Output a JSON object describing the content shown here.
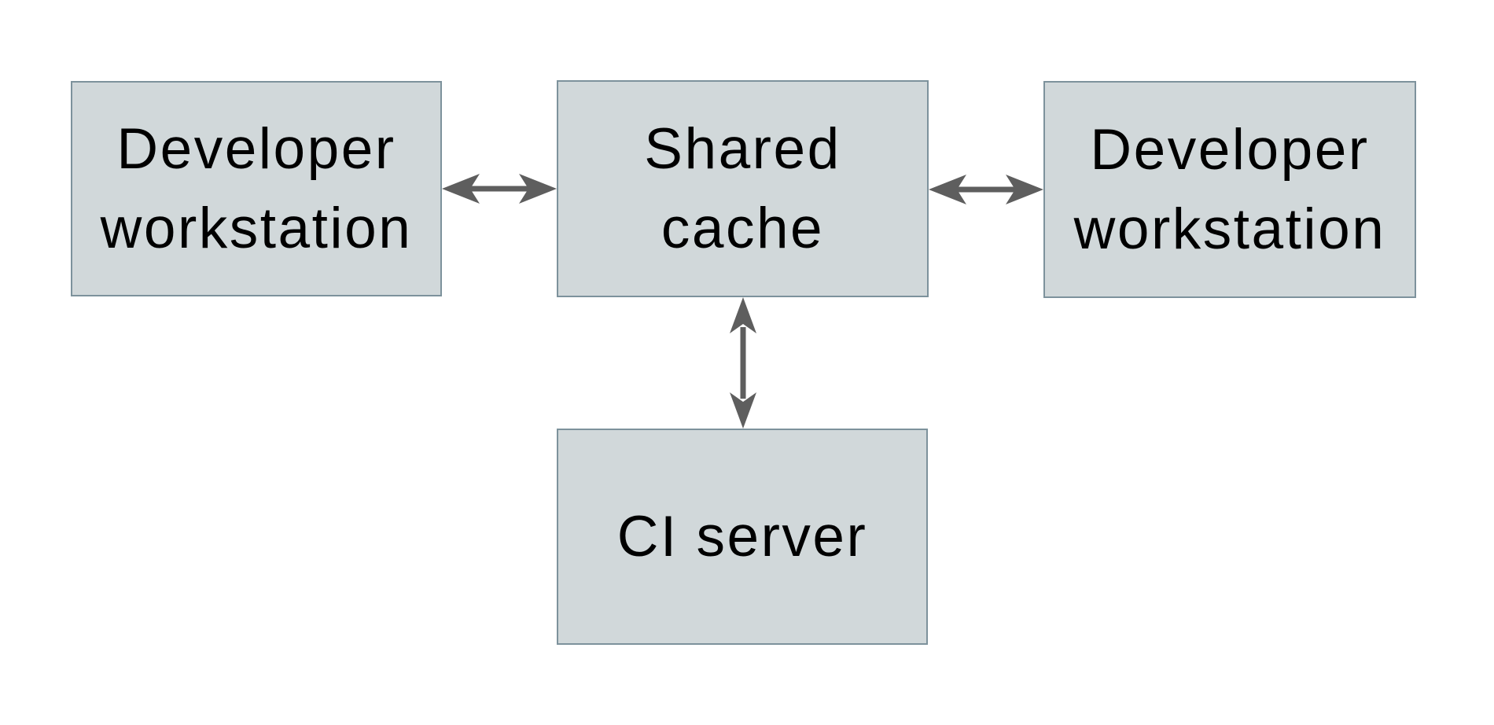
{
  "colors": {
    "background": "#ffffff",
    "node_fill": "#d1d8da",
    "node_border": "#7d929c",
    "arrow": "#5e5e5e",
    "text": "#000000"
  },
  "nodes": {
    "developer_left": {
      "label": "Developer workstation",
      "lines": [
        "Developer",
        "workstation"
      ]
    },
    "shared_cache": {
      "label": "Shared cache",
      "lines": [
        "Shared",
        "cache"
      ]
    },
    "developer_right": {
      "label": "Developer workstation",
      "lines": [
        "Developer",
        "workstation"
      ]
    },
    "ci_server": {
      "label": "CI server",
      "lines": [
        "CI server"
      ]
    }
  },
  "edges": [
    {
      "from": "developer_left",
      "to": "shared_cache",
      "type": "bidirectional"
    },
    {
      "from": "shared_cache",
      "to": "developer_right",
      "type": "bidirectional"
    },
    {
      "from": "shared_cache",
      "to": "ci_server",
      "type": "bidirectional"
    }
  ]
}
